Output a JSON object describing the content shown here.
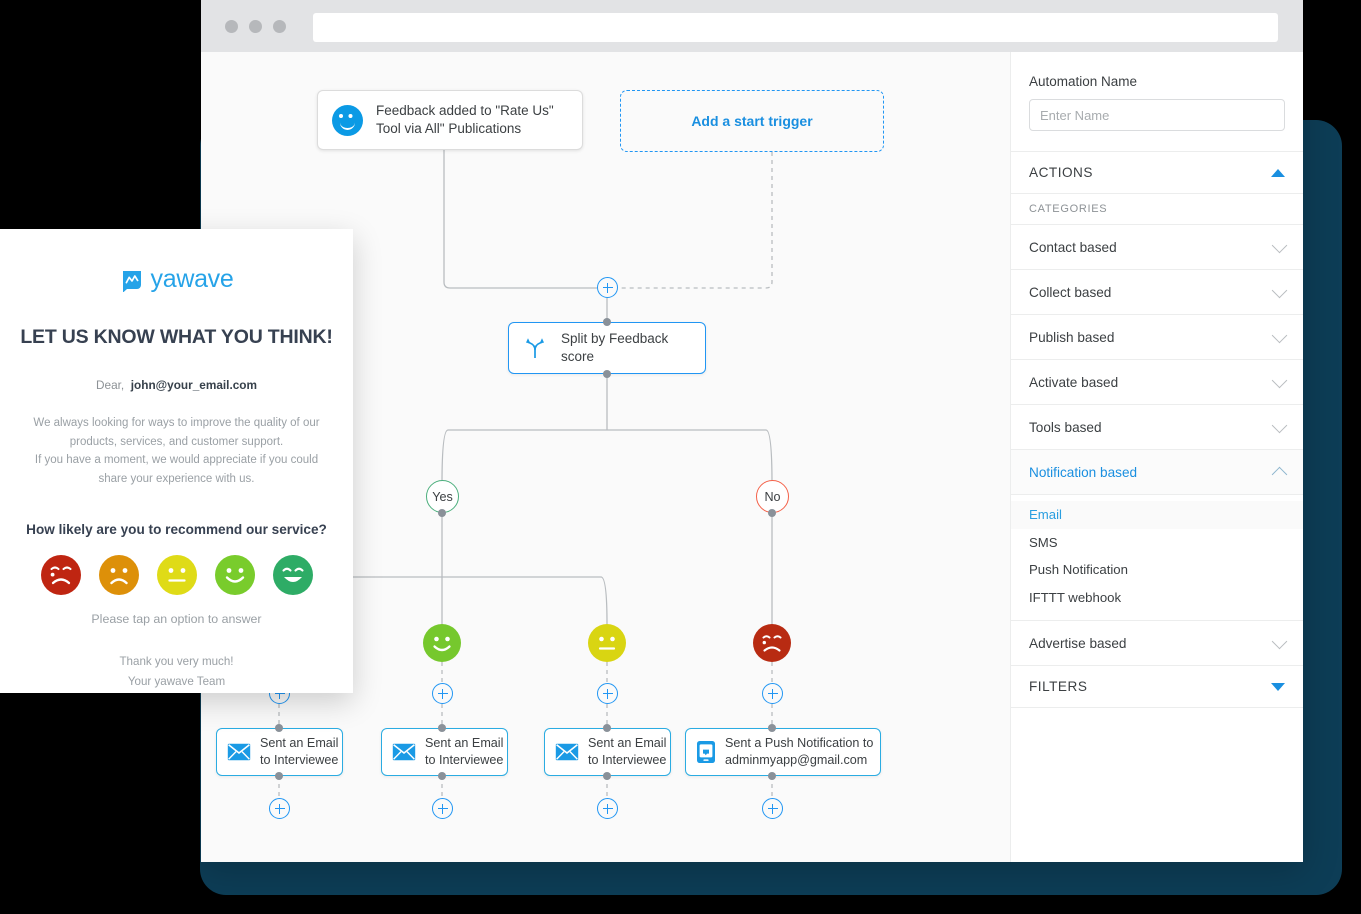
{
  "browser": {
    "dots_count": 3,
    "url_value": "",
    "url_placeholder": ""
  },
  "sidebar": {
    "field_label": "Automation Name",
    "field_value": "",
    "field_placeholder": "Enter Name",
    "actions_section": "ACTIONS",
    "categories_label": "CATEGORIES",
    "categories": [
      {
        "label": "Contact based",
        "expanded": false
      },
      {
        "label": "Collect based",
        "expanded": false
      },
      {
        "label": "Publish based",
        "expanded": false
      },
      {
        "label": "Activate based",
        "expanded": false
      },
      {
        "label": "Tools based",
        "expanded": false
      },
      {
        "label": "Notification based",
        "expanded": true
      },
      {
        "label": "Advertise based",
        "expanded": false
      }
    ],
    "notification_items": [
      {
        "label": "Email",
        "selected": true
      },
      {
        "label": "SMS",
        "selected": false
      },
      {
        "label": "Push Notification",
        "selected": false
      },
      {
        "label": "IFTTT webhook",
        "selected": false
      }
    ],
    "filters_section": "FILTERS",
    "accent_color": "#1a8fe0",
    "active_color": "#2a9ee0"
  },
  "flow": {
    "trigger_node": {
      "line1": "Feedback added to \"Rate Us\"",
      "line2": "Tool via All\" Publications",
      "icon": "smiley-icon"
    },
    "start_trigger": {
      "label": "Add a start trigger"
    },
    "split_node": {
      "label": "Split by Feedback score",
      "icon": "split-branch-icon"
    },
    "branches": [
      {
        "label": "Yes",
        "color": "#4caf7d"
      },
      {
        "label": "No",
        "color": "#f4624a"
      }
    ],
    "score_faces": [
      {
        "mood": "happy",
        "color": "#76c82d"
      },
      {
        "mood": "neutral",
        "color": "#d9d512"
      },
      {
        "mood": "sad",
        "color": "#b82b12"
      }
    ],
    "actions": [
      {
        "line1": "Sent an Email",
        "line2": "to Interviewee",
        "icon": "mail-icon"
      },
      {
        "line1": "Sent an Email",
        "line2": "to Interviewee",
        "icon": "mail-icon"
      },
      {
        "line1": "Sent an Email",
        "line2": "to Interviewee",
        "icon": "mail-icon"
      },
      {
        "line1": "Sent a Push Notification to",
        "line2": "adminmyapp@gmail.com",
        "icon": "push-notification-icon"
      }
    ]
  },
  "email_preview": {
    "brand": "yawave",
    "heading": "LET US KNOW WHAT YOU THINK!",
    "dear_label": "Dear,",
    "recipient": "john@your_email.com",
    "body_line1": "We always looking for ways to  improve the quality of our",
    "body_line2": "products, services, and customer support.",
    "body_line3": "If you have a moment, we would appreciate if you could",
    "body_line4": "share your experience with us.",
    "question": "How likely are you to recommend our service?",
    "faces": [
      {
        "mood": "crying",
        "color": "#bf2511"
      },
      {
        "mood": "sad",
        "color": "#dd9009"
      },
      {
        "mood": "neutral",
        "color": "#dfdb17"
      },
      {
        "mood": "smile",
        "color": "#79cc2c"
      },
      {
        "mood": "grin",
        "color": "#2eac66"
      }
    ],
    "tap_hint": "Please tap an option to answer",
    "thanks_line1": "Thank you very much!",
    "thanks_line2": "Your yawave Team"
  }
}
